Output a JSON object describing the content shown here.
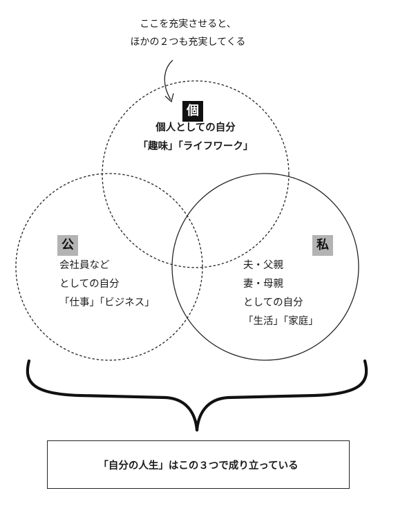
{
  "annotation": {
    "line1": "ここを充実させると、",
    "line2": "ほかの２つも充実してくる"
  },
  "individual": {
    "badge": "個",
    "line1": "個人としての自分",
    "line2": "「趣味」「ライフワーク」"
  },
  "public": {
    "badge": "公",
    "line1": "会社員など",
    "line2": "としての自分",
    "line3": "「仕事」「ビジネス」"
  },
  "private": {
    "badge": "私",
    "line1": "夫・父親",
    "line2": "妻・母親",
    "line3": "としての自分",
    "line4": "「生活」「家庭」"
  },
  "conclusion": {
    "text": "「自分の人生」はこの３つで成り立っている"
  }
}
